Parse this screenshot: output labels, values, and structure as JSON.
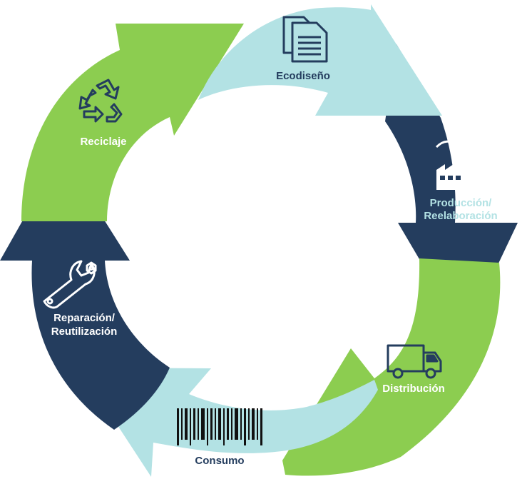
{
  "diagram": {
    "colors": {
      "green": "#8ccd50",
      "navy": "#243d5e",
      "light_blue": "#b3e2e4",
      "white": "#ffffff"
    },
    "stages": [
      {
        "id": "ecodiseno",
        "label": "Ecodiseño",
        "icon": "documents-icon",
        "color": "light_blue",
        "text_color": "navy"
      },
      {
        "id": "produccion",
        "label_lines": [
          "Producción/",
          "Reelaboración"
        ],
        "icon": "factory-icon",
        "color": "navy",
        "text_color": "light_blue"
      },
      {
        "id": "distribucion",
        "label": "Distribución",
        "icon": "delivery-truck-icon",
        "color": "green",
        "text_color": "white"
      },
      {
        "id": "consumo",
        "label": "Consumo",
        "icon": "barcode-icon",
        "color": "light_blue",
        "text_color": "navy"
      },
      {
        "id": "reparacion",
        "label_lines": [
          "Reparación/",
          "Reutilización"
        ],
        "icon": "wrench-icon",
        "color": "navy",
        "text_color": "white"
      },
      {
        "id": "reciclaje",
        "label": "Reciclaje",
        "icon": "recycle-icon",
        "color": "green",
        "text_color": "white"
      }
    ]
  }
}
